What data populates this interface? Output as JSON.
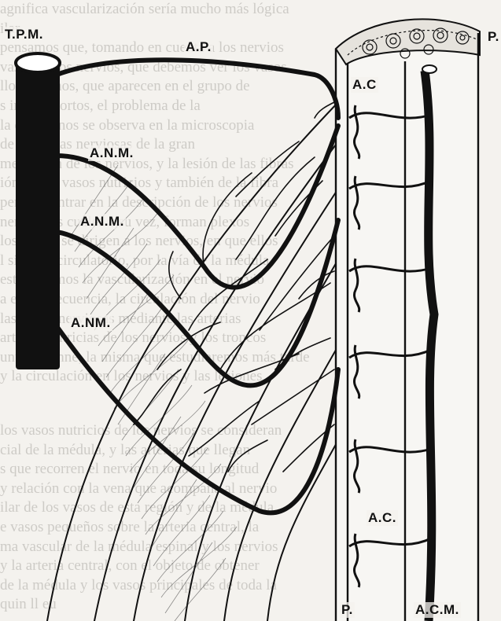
{
  "labels": {
    "tpm": "T.P.M.",
    "ap": "A.P.",
    "p_top": "P.",
    "ac_top": "A.C",
    "anm_1": "A.N.M.",
    "anm_2": "A.N.M.",
    "anm_3": "A.NM.",
    "ac_bottom": "A.C.",
    "p_bottom": "P.",
    "acm": "A.C.M."
  },
  "background_text": {
    "top_lines": [
      "agnifica vascularización sería mucho más lógica",
      "ilar.",
      "pensamos que, tomando en cuenta a los nervios",
      "vasos de los nervios, que debemos ver los vasos",
      "llos tenemos, que aparecen en el grupo de",
      "s inicios cortos, el problema de la",
      "la que menos se observa en la microscopia",
      "de las fibras nerviosas de la gran",
      "mentación de los nervios, y la lesión de las fibras",
      "ión de los vasos nutricios y también de la fibra",
      "pera encontrar en la descripción de los nervios",
      "nervio, los cuales a su vez, forman plexos",
      "los ramos se dirigen a los nervios, en que ellos",
      "l sistema circulatorio, por la vía de la médula",
      "estudiaremos la vascularización en el nervio",
      "a en consecuencia, la circulación del nervio",
      "las fibras nerviosas mediante las arterias",
      "arterias nutricias de los nervios y los troncos",
      "unt Lenjanne, la misma que estudiaremos más tarde",
      "y la circulación en los nervios y las lesiones"
    ],
    "bottom_lines": [
      "los vasos nutricios de los nervios se consideran",
      "cial de la médula, y las arterias que llegan",
      "s que recorren el nervio en toda su longitud",
      "y relación con la vena que acompaña al nervio",
      "ilar de los vasos de esta región y de la médula",
      "e vasos pequeños sobre la arteria central, la",
      "ma vascular de la médula espinal y los nervios",
      "y la arteria central, con el objeto de obtener",
      "de la médula y los vasos principales de toda la",
      "quin ll eu"
    ]
  }
}
